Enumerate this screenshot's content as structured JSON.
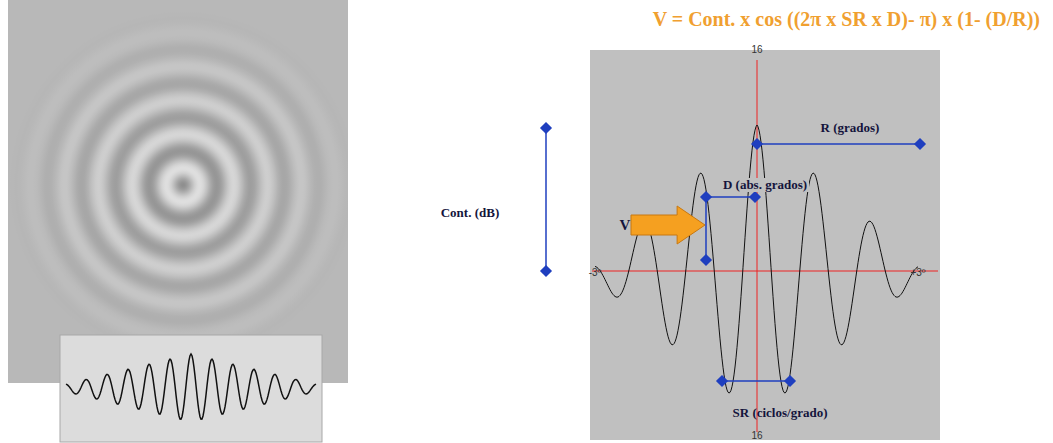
{
  "diagram": {
    "title": "V = Cont. x cos ((2π x SR x D)- π) x (1- (D/R))",
    "nodes": [
      {
        "text": [
          "V"
        ]
      }
    ],
    "labels": [
      "16",
      "16",
      "-3º",
      "+3º",
      "R (grados)",
      "D (abs. grados)",
      "Cont. (dB)",
      "SR (ciclos/grado)"
    ]
  }
}
